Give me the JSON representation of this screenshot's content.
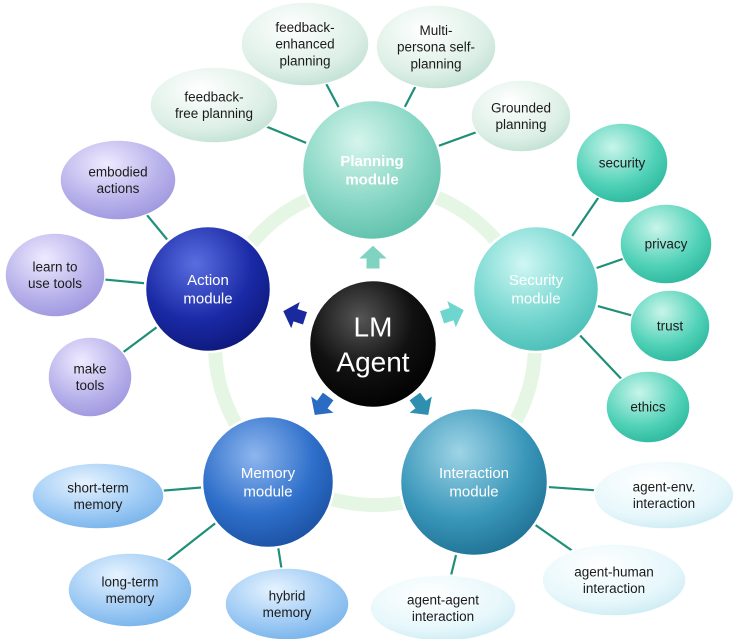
{
  "center": {
    "lines": [
      "LM",
      "Agent"
    ]
  },
  "modules": {
    "planning": {
      "lines": [
        "Planning",
        "module"
      ]
    },
    "security": {
      "lines": [
        "Security",
        "module"
      ]
    },
    "interaction": {
      "lines": [
        "Interaction",
        "module"
      ]
    },
    "memory": {
      "lines": [
        "Memory",
        "module"
      ]
    },
    "action": {
      "lines": [
        "Action",
        "module"
      ]
    }
  },
  "leaves": {
    "planning": [
      {
        "lines": [
          "feedback-",
          "free planning"
        ]
      },
      {
        "lines": [
          "feedback-",
          "enhanced",
          "planning"
        ]
      },
      {
        "lines": [
          "Multi-",
          "persona self-",
          "planning"
        ]
      },
      {
        "lines": [
          "Grounded",
          "planning"
        ]
      }
    ],
    "security": [
      {
        "lines": [
          "security"
        ]
      },
      {
        "lines": [
          "privacy"
        ]
      },
      {
        "lines": [
          "trust"
        ]
      },
      {
        "lines": [
          "ethics"
        ]
      }
    ],
    "interaction": [
      {
        "lines": [
          "agent-env.",
          "interaction"
        ]
      },
      {
        "lines": [
          "agent-human",
          "interaction"
        ]
      },
      {
        "lines": [
          "agent-agent",
          "interaction"
        ]
      }
    ],
    "memory": [
      {
        "lines": [
          "short-term",
          "memory"
        ]
      },
      {
        "lines": [
          "long-term",
          "memory"
        ]
      },
      {
        "lines": [
          "hybrid",
          "memory"
        ]
      }
    ],
    "action": [
      {
        "lines": [
          "embodied",
          "actions"
        ]
      },
      {
        "lines": [
          "learn to",
          "use tools"
        ]
      },
      {
        "lines": [
          "make",
          "tools"
        ]
      }
    ]
  },
  "colors": {
    "planning": "#7fd3c0",
    "security": "#6fd6cf",
    "interaction": "#2f8fb0",
    "memory": "#2a6bc4",
    "action": "#1a2a9e",
    "center": "#000000",
    "connector": "#1f8f78",
    "ring": "#e6f6e4"
  }
}
